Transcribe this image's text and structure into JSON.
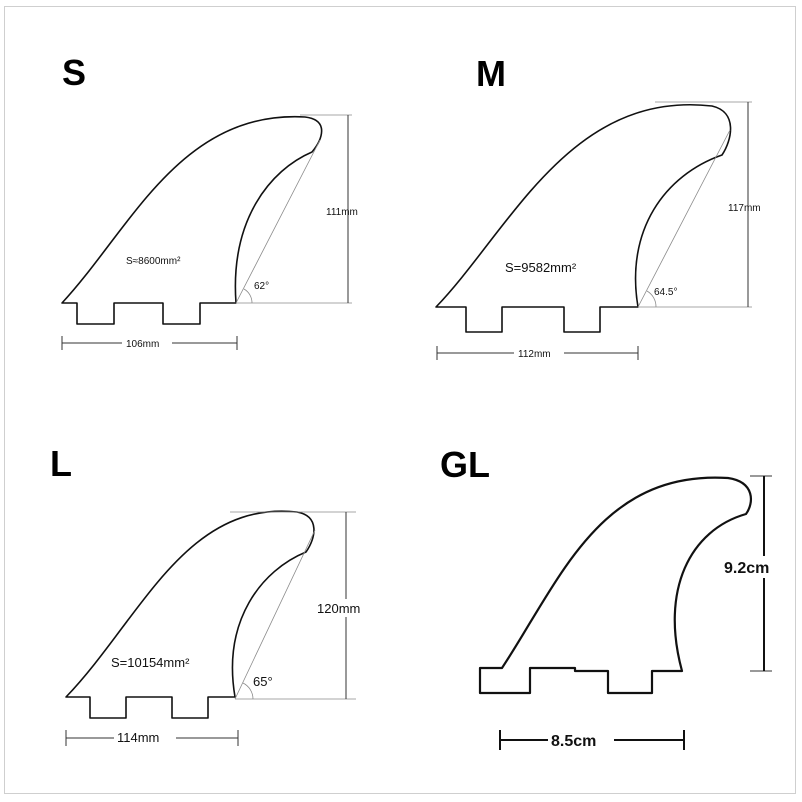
{
  "panels": {
    "s": {
      "label": "S",
      "area": "S≈8600mm²",
      "height": "111mm",
      "width": "106mm",
      "angle": "62°"
    },
    "m": {
      "label": "M",
      "area": "S=9582mm²",
      "height": "117mm",
      "width": "112mm",
      "angle": "64.5°"
    },
    "l": {
      "label": "L",
      "area": "S=10154mm²",
      "height": "120mm",
      "width": "114mm",
      "angle": "65°"
    },
    "gl": {
      "label": "GL",
      "height": "9.2cm",
      "width": "8.5cm"
    }
  }
}
